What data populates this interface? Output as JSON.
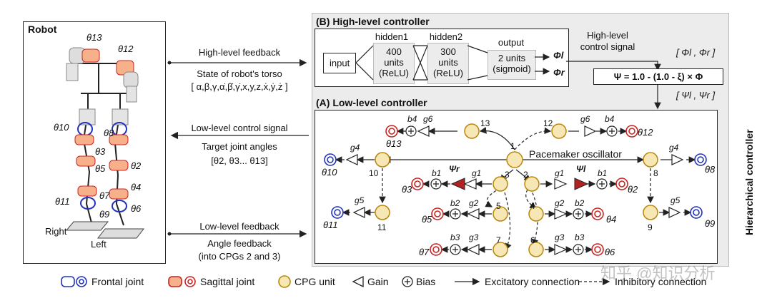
{
  "robot": {
    "title": "Robot",
    "right": "Right",
    "left": "Left",
    "thetas": [
      "θ13",
      "θ12",
      "θ10",
      "θ8",
      "θ3",
      "θ2",
      "θ5",
      "θ4",
      "θ11",
      "θ7",
      "θ6",
      "θ9"
    ]
  },
  "arrows": {
    "high_feedback": "High-level feedback",
    "torso_label": "State of robot's torso",
    "torso_vars": "[ α,β,γ,α̇,β̇,γ̇,x,y,z,ẋ,ẏ,ż ]",
    "low_control": "Low-level control signal",
    "target_label": "Target joint angles",
    "target_vars": "[θ2, θ3... θ13]",
    "low_feedback": "Low-level feedback",
    "angle_feedback": "Angle feedback",
    "into_cpgs": "(into CPGs 2 and 3)"
  },
  "high": {
    "title": "(B) High-level controller",
    "input": "input",
    "hidden1": "hidden1",
    "hidden2": "hidden2",
    "output": "output",
    "h1_units": "400",
    "h1_units2": "units",
    "h1_act": "(ReLU)",
    "h2_units": "300",
    "h2_units2": "units",
    "h2_act": "(ReLU)",
    "out_units": "2 units",
    "out_act": "(sigmoid)",
    "phi_l": "Φl",
    "phi_r": "Φr",
    "signal1": "High-level",
    "signal2": "control signal",
    "phi_vec": "[ Φl , Φr ]",
    "formula": "Ψ = 1.0 - (1.0 - ξ) × Φ",
    "psi_vec": "[ Ψl , Ψr ]"
  },
  "side_label": "Hierarchical controller",
  "low": {
    "title": "(A) Low-level controller",
    "pacemaker": "Pacemaker oscillator",
    "n1": "1",
    "n2": "2",
    "n3": "3",
    "n4": "4",
    "n5": "5",
    "n6": "6",
    "n7": "7",
    "n8": "8",
    "n9": "9",
    "n10": "10",
    "n11": "11",
    "n12": "12",
    "n13": "13",
    "b1": "b1",
    "b2": "b2",
    "b3": "b3",
    "b4": "b4",
    "g1": "g1",
    "g2": "g2",
    "g3": "g3",
    "g4": "g4",
    "g5": "g5",
    "g6": "g6",
    "psi_r": "Ψr",
    "psi_l": "Ψl",
    "t2": "θ2",
    "t3": "θ3",
    "t4": "θ4",
    "t5": "θ5",
    "t6": "θ6",
    "t7": "θ7",
    "t8": "θ8",
    "t9": "θ9",
    "t10": "θ10",
    "t11": "θ11",
    "t12": "θ12",
    "t13": "θ13"
  },
  "legend": {
    "frontal": "Frontal joint",
    "sagittal": "Sagittal joint",
    "cpg": "CPG unit",
    "gain": "Gain",
    "bias": "Bias",
    "excit": "Excitatory connection",
    "inhib": "Inhibitory connection"
  },
  "watermark": "知乎 @知识分析",
  "colors": {
    "frontal": "#2233bb",
    "sagittal": "#cc2222",
    "cpg_fill": "#f7e7b5",
    "cpg_stroke": "#b8860b",
    "gray_panel": "#ececec",
    "gain_fill": "#b22222"
  }
}
